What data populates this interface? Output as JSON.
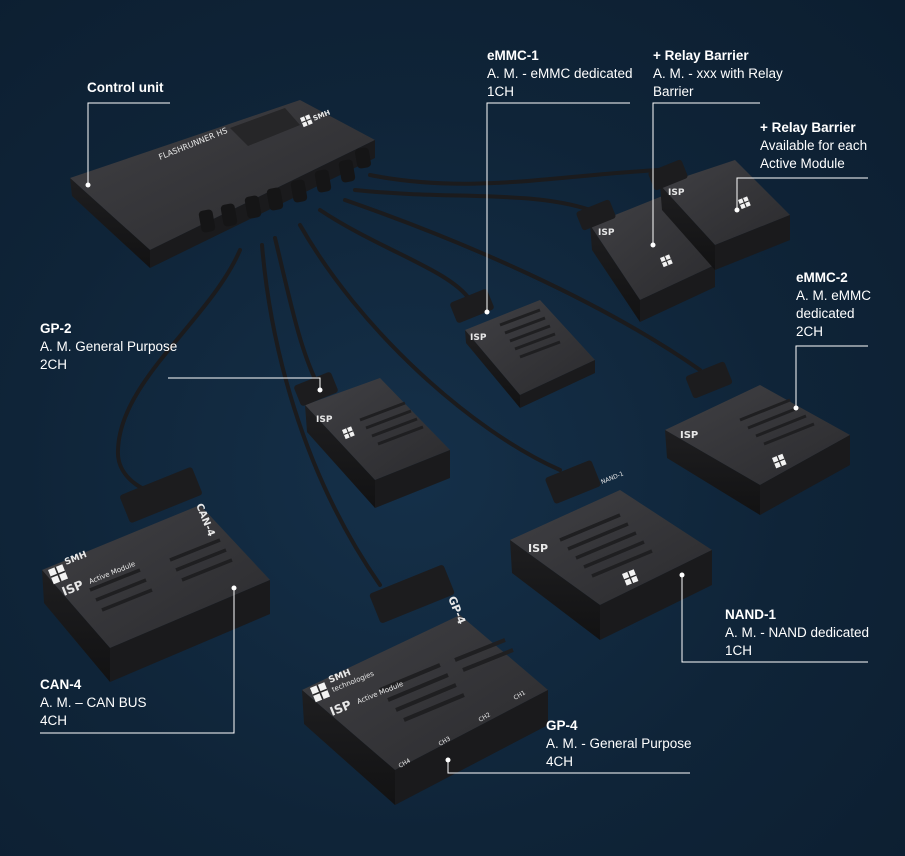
{
  "labels": {
    "control": {
      "title": "Control unit"
    },
    "emmc1": {
      "title": "eMMC-1",
      "desc": "A. M. - eMMC dedicated\n1CH"
    },
    "relay1": {
      "title": "+ Relay Barrier",
      "desc": "A. M. - xxx with Relay\nBarrier"
    },
    "relay2": {
      "title": "+ Relay Barrier",
      "desc": "Available for each\nActive Module"
    },
    "emmc2": {
      "title": "eMMC-2",
      "desc": "A. M. eMMC\ndedicated\n2CH"
    },
    "gp2": {
      "title": "GP-2",
      "desc": "A. M. General Purpose\n2CH"
    },
    "nand1": {
      "title": "NAND-1",
      "desc": "A. M. - NAND dedicated\n1CH"
    },
    "can4": {
      "title": "CAN-4",
      "desc": "A. M. – CAN BUS\n4CH"
    },
    "gp4": {
      "title": "GP-4",
      "desc": "A. M. - General Purpose\n4CH"
    }
  },
  "device_text": {
    "control_brand": "FLASHRUNNER HS",
    "smh": "SMH",
    "technologies": "technologies",
    "isp": "ISP",
    "active_module": "Active Module",
    "ch1": "CH1",
    "ch2": "CH2",
    "ch3": "CH3",
    "ch4": "CH4",
    "can4_tag": "CAN-4",
    "gp4_tag": "GP-4",
    "nand1_tag": "NAND-1"
  },
  "colors": {
    "background": "#0f2438",
    "device": "#2a2a2c",
    "device_top": "#3a3a3d",
    "cable": "#1b1b1d",
    "leader": "#ffffff"
  }
}
